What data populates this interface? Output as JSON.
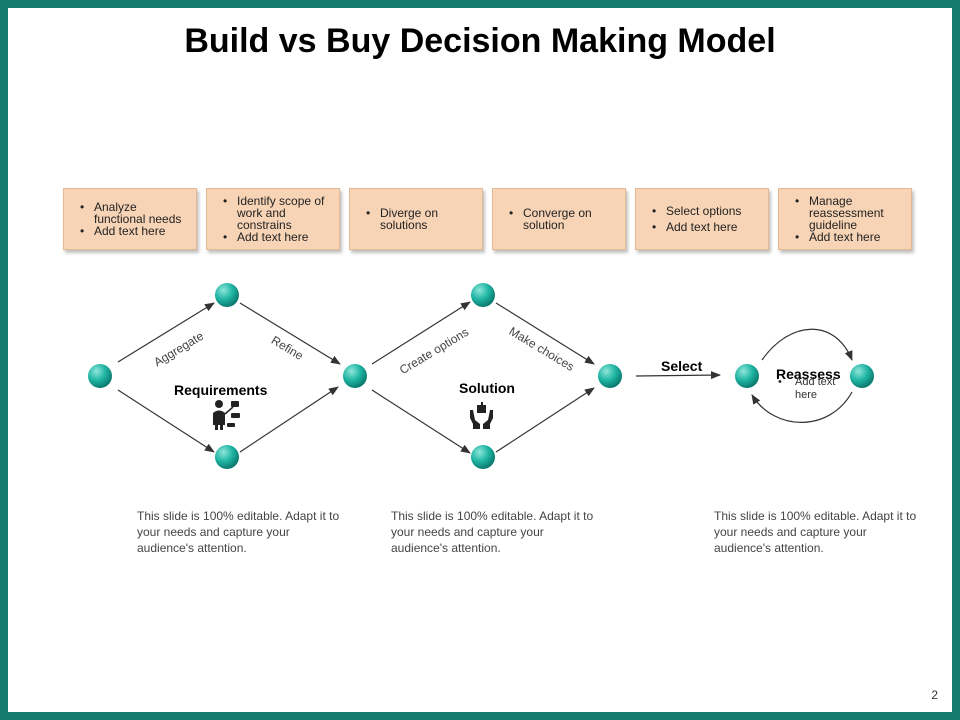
{
  "title": "Build vs Buy Decision Making Model",
  "boxes": [
    {
      "line1": "Analyze functional needs",
      "line2": "Add text here"
    },
    {
      "line1": "Identify scope of work and constrains",
      "line2": "Add text here"
    },
    {
      "line1": "Diverge on solutions"
    },
    {
      "line1": "Converge on solution"
    },
    {
      "line1": "Select options",
      "line2": "Add text here"
    },
    {
      "line1": "Manage reassessment guideline",
      "line2": "Add text here"
    }
  ],
  "edges": {
    "aggregate": "Aggregate",
    "refine": "Refine",
    "create_options": "Create options",
    "make_choices": "Make choices"
  },
  "stages": {
    "requirements": "Requirements",
    "solution": "Solution",
    "select": "Select",
    "reassess": "Reassess",
    "reassess_sub": "Add text here"
  },
  "paragraphs": [
    "This slide is 100% editable. Adapt it to your needs and capture your audience's attention.",
    "This slide is 100% editable. Adapt it to your needs and capture your audience's attention.",
    "This slide is 100% editable. Adapt it to your needs and capture your audience's attention."
  ],
  "icons": {
    "requirements": "presenter-icon",
    "solution": "hands-holding-box-icon"
  },
  "colors": {
    "border": "#157a6e",
    "box_fill": "#f8d4b6",
    "node": "#1fb5a3"
  },
  "page_number": "2"
}
